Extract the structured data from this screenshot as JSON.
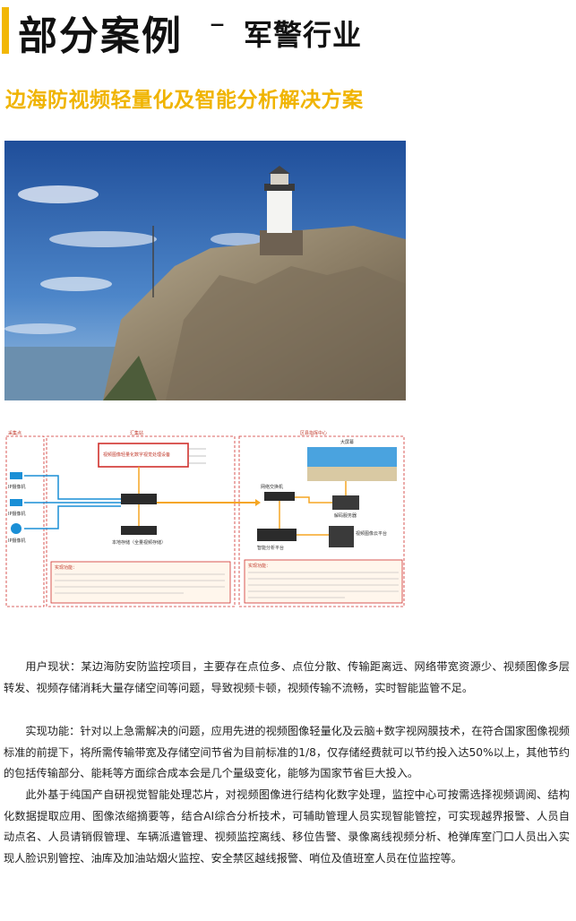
{
  "header": {
    "title": "部分案例",
    "dash": "–",
    "subtitle": "军警行业"
  },
  "section_title": "边海防视频轻量化及智能分析解决方案",
  "diagram": {
    "left_label": "采集点",
    "middle_label": "汇集站",
    "right_label": "区县指挥中心",
    "camera_1": "IP摄像机",
    "camera_2": "IP摄像机",
    "camera_3": "IP摄像机",
    "center_box": "视频图像轻量化数字视觉处理设备",
    "storage_1": "本地存储（全量视频存储）",
    "switch_label": "网络交换机",
    "screen_label": "大屏幕",
    "decode_label": "解码服务器",
    "smart_label": "智能分析平台",
    "cloud_label": "视频图像云平台",
    "note_left": "实现功能：",
    "note_right": "实现功能："
  },
  "paragraphs": {
    "p1": "用户现状：某边海防安防监控项目，主要存在点位多、点位分散、传输距离远、网络带宽资源少、视频图像多层转发、视频存储消耗大量存储空间等问题，导致视频卡顿，视频传输不流畅，实时智能监管不足。",
    "p2": "实现功能：针对以上急需解决的问题，应用先进的视频图像轻量化及云脑+数字视网膜技术，在符合国家图像视频标准的前提下，将所需传输带宽及存储空间节省为目前标准的1/8，仅存储经费就可以节约投入达50%以上，其他节约的包括传输部分、能耗等方面综合成本会是几个量级变化，能够为国家节省巨大投入。",
    "p3": "此外基于纯国产自研视觉智能处理芯片，对视频图像进行结构化数字处理，监控中心可按需选择视频调阅、结构化数据提取应用、图像浓缩摘要等，结合AI综合分析技术，可辅助管理人员实现智能管控，可实现越界报警、人员自动点名、人员请销假管理、车辆派遣管理、视频监控离线、移位告警、录像离线视频分析、枪弹库室门口人员出入实现人脸识别管控、油库及加油站烟火监控、安全禁区越线报警、哨位及值班室人员在位监控等。"
  },
  "colors": {
    "accent": "#f2b705",
    "section_title": "#f0b400",
    "diagram_red": "#d0312d",
    "diagram_blue": "#1a8fd6",
    "diagram_orange": "#f5a623"
  }
}
